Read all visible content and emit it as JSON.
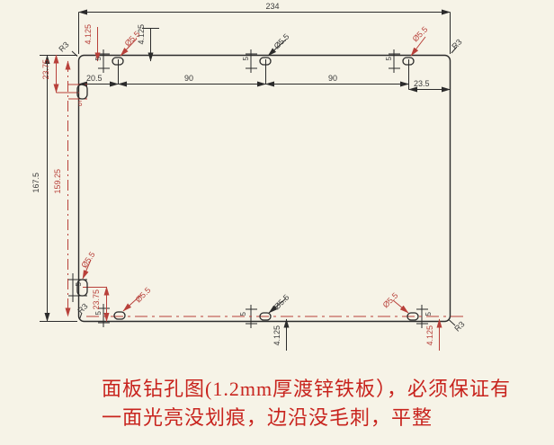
{
  "note": {
    "line1": "面板钻孔图(1.2mm厚渡锌铁板），必须保证有",
    "line2": "一面光亮没划痕，边沿没毛刺，平整"
  },
  "dimensions": {
    "overall_width": "234",
    "overall_height": "167.5",
    "vertical_hole_span": "159.25",
    "top_left_edge_to_slot": "20.5",
    "top_slot_spacing_1": "90",
    "top_slot_spacing_2": "90",
    "top_slot_to_right_edge": "23.5",
    "side_slot_from_edge_top": "23.75",
    "side_slot_from_edge_bottom": "23.75",
    "slot_center_from_edge": "4.125",
    "slot_width": "5",
    "slot_hole_diameter": "Ø5.5",
    "corner_radius": "R3"
  },
  "colors": {
    "background": "#f6f3e7",
    "line_black": "#2b2b2b",
    "line_red": "#b8403a",
    "note_red": "#c8241e"
  }
}
